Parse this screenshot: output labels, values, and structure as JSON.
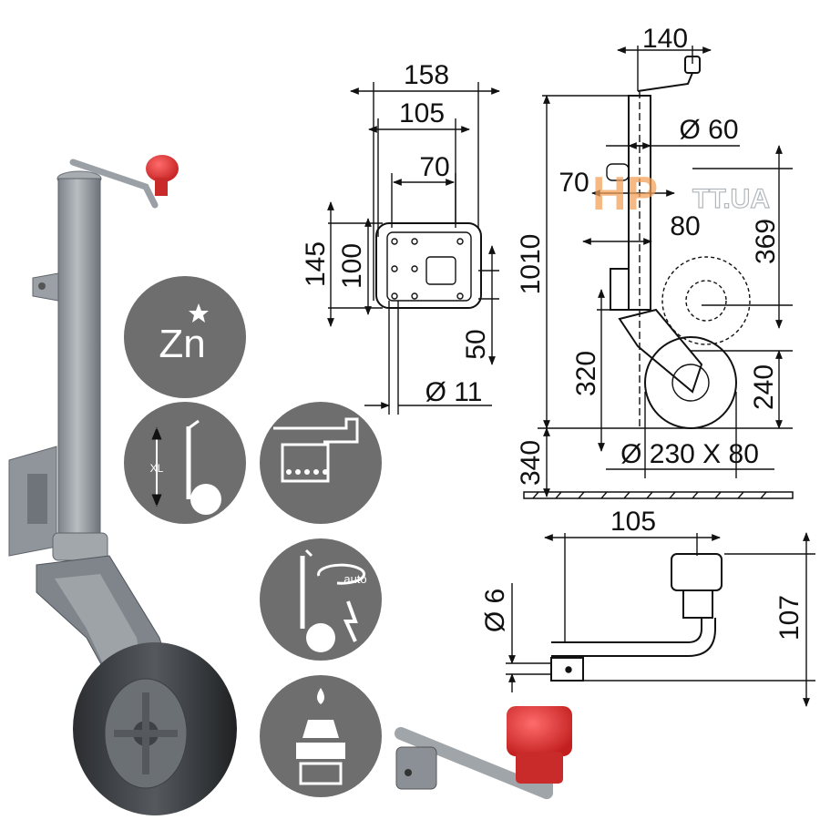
{
  "features": {
    "coating_symbol": "Zn",
    "xl_label": "XL",
    "auto_label": "auto"
  },
  "watermark": {
    "brand": "HP",
    "suffix": "TT.UA"
  },
  "plate_drawing": {
    "width_overall": "158",
    "width_mid": "105",
    "width_inner": "70",
    "height_overall": "145",
    "height_inner": "100",
    "offset": "50",
    "hole_diameter": "Ø 11"
  },
  "side_drawing": {
    "handle_offset": "140",
    "tube_diameter": "Ø 60",
    "total_height": "1010",
    "bracket_width": "70",
    "bracket_offset": "80",
    "stroke_upper": "369",
    "stroke_lower": "320",
    "wheel_height": "240",
    "ground_clearance": "340",
    "wheel_size": "Ø 230 X 80"
  },
  "handle_drawing": {
    "length": "105",
    "height": "107",
    "pin_diameter": "Ø 6"
  },
  "colors": {
    "badge": "#6e6e6e",
    "knob": "#e02f2f",
    "steel": "#9aa0a6",
    "watermark": "#f3a25a"
  }
}
